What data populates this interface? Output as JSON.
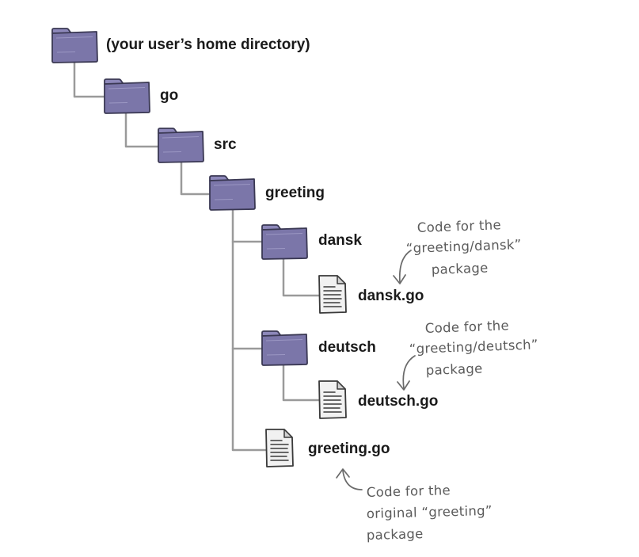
{
  "tree": {
    "home": {
      "label": "(your user’s home directory)",
      "icon": "folder-icon"
    },
    "go": {
      "label": "go",
      "icon": "folder-icon"
    },
    "src": {
      "label": "src",
      "icon": "folder-icon"
    },
    "greeting": {
      "label": "greeting",
      "icon": "folder-icon"
    },
    "dansk": {
      "label": "dansk",
      "icon": "folder-icon"
    },
    "dansk_go": {
      "label": "dansk.go",
      "icon": "file-icon"
    },
    "deutsch": {
      "label": "deutsch",
      "icon": "folder-icon"
    },
    "deutsch_go": {
      "label": "deutsch.go",
      "icon": "file-icon"
    },
    "greeting_go": {
      "label": "greeting.go",
      "icon": "file-icon"
    }
  },
  "annotations": {
    "dansk": [
      "Code for the",
      "“greeting/dansk”",
      "package"
    ],
    "deutsch": [
      "Code for the",
      "“greeting/deutsch”",
      "package"
    ],
    "greeting": [
      "Code for the",
      "original “greeting”",
      "package"
    ]
  },
  "colors": {
    "folder": "#7b76a9",
    "connector": "#9a9a9a",
    "annotation": "#5a5a5a"
  }
}
